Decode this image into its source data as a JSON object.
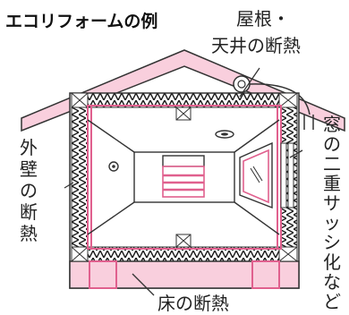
{
  "title": "エコリフォームの例",
  "labels": {
    "roof_line1": "屋根・",
    "roof_line2": "天井の断熱",
    "wall_chars": [
      "外",
      "壁",
      "の",
      "断",
      "熱"
    ],
    "window_chars": [
      "窓",
      "の",
      "二",
      "重",
      "サ",
      "ッ",
      "シ",
      "化",
      "な",
      "ど"
    ],
    "floor": "床の断熱"
  },
  "colors": {
    "pink_line": "#e0608e",
    "pink_fill": "#f9cfdd",
    "insulation": "#1a1a1a",
    "outline": "#333333"
  }
}
